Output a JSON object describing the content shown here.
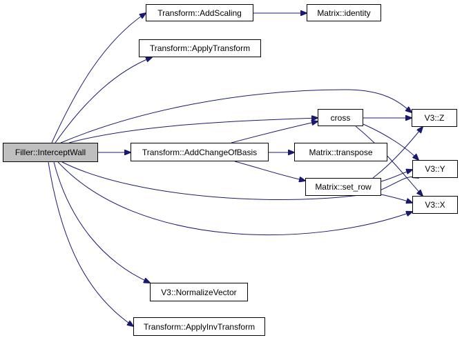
{
  "graph": {
    "edge_color": "#191970",
    "root_fill": "#bfbfbf",
    "nodes": {
      "root": "Filler::InterceptWall",
      "add_scaling": "Transform::AddScaling",
      "identity": "Matrix::identity",
      "apply_transform": "Transform::ApplyTransform",
      "cross": "cross",
      "v3_z": "V3::Z",
      "add_change_of_basis": "Transform::AddChangeOfBasis",
      "transpose": "Matrix::transpose",
      "set_row": "Matrix::set_row",
      "v3_y": "V3::Y",
      "v3_x": "V3::X",
      "normalize_vector": "V3::NormalizeVector",
      "apply_inv_transform": "Transform::ApplyInvTransform"
    },
    "edges": [
      [
        "root",
        "add_scaling"
      ],
      [
        "root",
        "apply_transform"
      ],
      [
        "root",
        "v3_z"
      ],
      [
        "root",
        "cross"
      ],
      [
        "root",
        "add_change_of_basis"
      ],
      [
        "root",
        "v3_y"
      ],
      [
        "root",
        "v3_x"
      ],
      [
        "root",
        "normalize_vector"
      ],
      [
        "root",
        "apply_inv_transform"
      ],
      [
        "add_scaling",
        "identity"
      ],
      [
        "add_change_of_basis",
        "cross"
      ],
      [
        "add_change_of_basis",
        "transpose"
      ],
      [
        "add_change_of_basis",
        "set_row"
      ],
      [
        "cross",
        "v3_z"
      ],
      [
        "cross",
        "v3_y"
      ],
      [
        "cross",
        "v3_x"
      ],
      [
        "set_row",
        "v3_z"
      ],
      [
        "set_row",
        "v3_y"
      ],
      [
        "set_row",
        "v3_x"
      ]
    ]
  }
}
